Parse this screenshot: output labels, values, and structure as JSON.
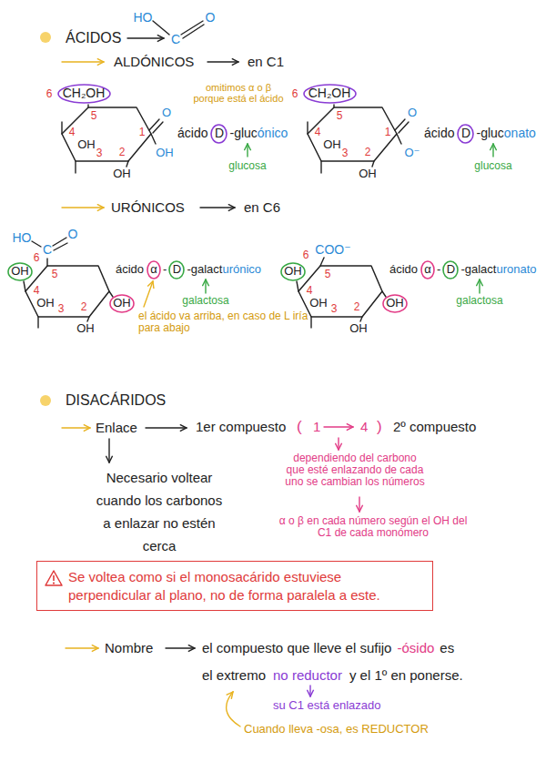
{
  "diagram": {
    "nodes": [
      {
        "text": [
          "CH₂OH"
        ]
      },
      {
        "text": [
          "D"
        ]
      },
      {
        "text": [
          "CH₂OH"
        ]
      },
      {
        "text": [
          "D"
        ]
      },
      {
        "text": [
          "OH"
        ]
      },
      {
        "text": [
          "α"
        ]
      },
      {
        "text": [
          "D"
        ]
      },
      {
        "text": [
          "OH"
        ]
      },
      {
        "text": [
          "OH"
        ]
      },
      {
        "text": [
          "α"
        ]
      },
      {
        "text": [
          "D"
        ]
      },
      {
        "text": [
          "OH"
        ]
      },
      {
        "text": [
          "Se voltea como si el monosacárido estuviese perpendicular al plano, no de forma paralela a este."
        ]
      }
    ],
    "labels": [
      "ÁCIDOS",
      "HO",
      "C",
      "O",
      "ALDÓNICOS",
      "en C1",
      "omitimos α o β porque está el ácido",
      "6",
      "5",
      "4",
      "OH",
      "3",
      "2",
      "OH",
      "1",
      "O",
      "OH",
      "ácido",
      "-gluc",
      "ónico",
      "glucosa",
      "6",
      "5",
      "4",
      "OH",
      "3",
      "2",
      "OH",
      "1",
      "O",
      "O⁻",
      "ácido",
      "-gluc",
      "onato",
      "glucosa",
      "URÓNICOS",
      "en C6",
      "HO",
      "C",
      "O",
      "6",
      "5",
      "4",
      "OH",
      "3",
      "2",
      "OH",
      "ácido",
      "-",
      "-galact",
      "urónico",
      "galactosa",
      "el ácido va arriba, en caso de L iría para abajo",
      "COO⁻",
      "6",
      "5",
      "4",
      "OH",
      "3",
      "2",
      "OH",
      "ácido",
      "-",
      "-galact",
      "uronato",
      "galactosa",
      "DISACÁRIDOS",
      "Enlace",
      "1er compuesto",
      "(",
      "1",
      "4",
      ")",
      "2º compuesto",
      "dependiendo del carbono que esté enlazando de cada uno se cambian los números",
      "α o β en cada número según el OH del C1 de cada monómero",
      "Necesario voltear cuando los carbonos a enlazar no estén cerca",
      "Nombre",
      "el compuesto que lleve el sufijo",
      "-ósido",
      "es",
      "el extremo",
      "no reductor",
      "y el 1º en ponerse.",
      "su C1 está enlazado",
      "Cuando lleva -osa, es REDUCTOR"
    ]
  }
}
